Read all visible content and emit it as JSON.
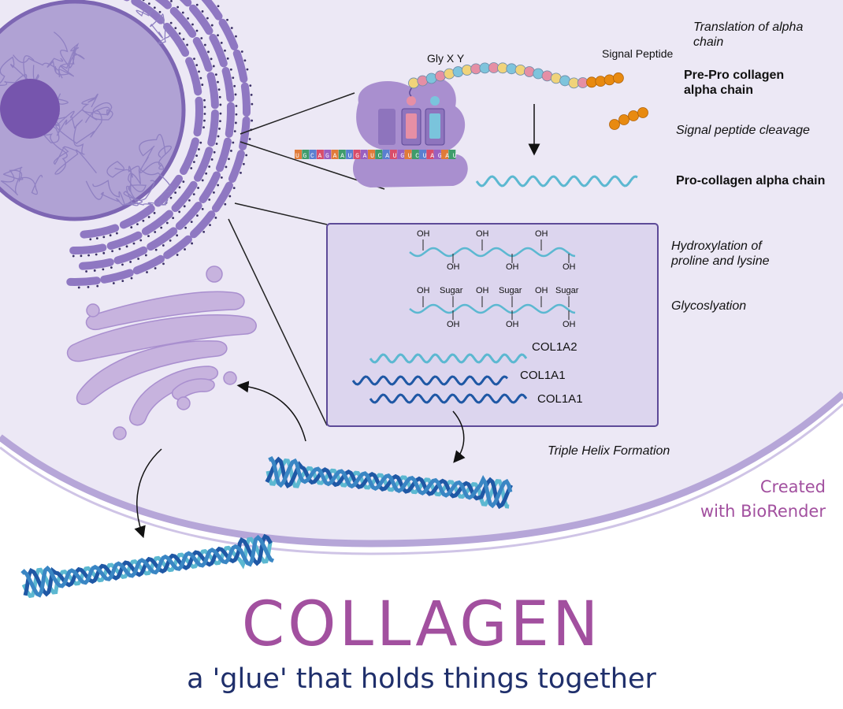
{
  "labels": {
    "translation": "Translation of alpha chain",
    "signal_peptide": "Signal Peptide",
    "gly_x_y": "Gly X Y",
    "prepro": "Pre-Pro collagen alpha chain",
    "cleavage": "Signal peptide cleavage",
    "procollagen": "Pro-collagen alpha chain",
    "hydroxylation": "Hydroxylation of proline and lysine",
    "glycosylation": "Glycoslyation",
    "col1a2": "COL1A2",
    "col1a1_a": "COL1A1",
    "col1a1_b": "COL1A1",
    "triple_helix": "Triple Helix Formation",
    "oh": "OH",
    "sugar": "Sugar",
    "mrna_sequence": "UGCAGAAUGAUCAUGUCUAGAU"
  },
  "credit": {
    "line1": "Created",
    "line2": "with BioRender"
  },
  "title": "COLLAGEN",
  "subtitle": "a 'glue' that holds things together",
  "colors": {
    "cell_fill": "#ece8f5",
    "membrane": "#b6a6d8",
    "organelle": "#7d66b3",
    "golgi": "#c7b3de",
    "helix_light": "#5cb8d1",
    "helix_dark": "#1f58a5",
    "title": "#a2509f",
    "subtitle": "#1f2f6b",
    "signal_bead": "#e88a10"
  }
}
